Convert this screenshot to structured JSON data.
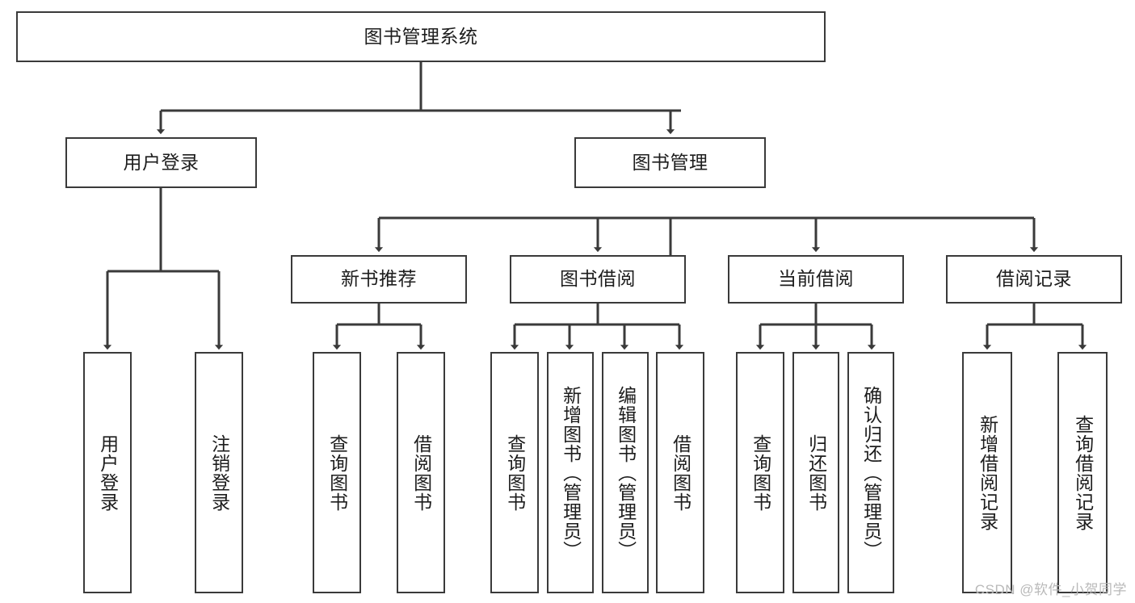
{
  "diagram": {
    "type": "tree-hierarchy",
    "title": "图书管理系统",
    "watermark": "CSDN @软件_小贺同学",
    "colors": {
      "box_border": "#3a3a3a",
      "box_fill": "#ffffff",
      "edge": "#3a3a3a",
      "text": "#1d1d1d",
      "watermark": "#b9b9b9",
      "background": "#ffffff"
    },
    "nodes": {
      "root": {
        "label": "图书管理系统",
        "level": 1,
        "orientation": "horizontal"
      },
      "user_login": {
        "label": "用户登录",
        "level": 2,
        "orientation": "horizontal"
      },
      "book_manage": {
        "label": "图书管理",
        "level": 2,
        "orientation": "horizontal"
      },
      "new_book_rec": {
        "label": "新书推荐",
        "level": 3,
        "orientation": "horizontal"
      },
      "book_borrow": {
        "label": "图书借阅",
        "level": 3,
        "orientation": "horizontal"
      },
      "current_borrow": {
        "label": "当前借阅",
        "level": 3,
        "orientation": "horizontal"
      },
      "borrow_record": {
        "label": "借阅记录",
        "level": 3,
        "orientation": "horizontal"
      },
      "leaf_user_login": {
        "label": "用户登录",
        "level": 4,
        "orientation": "vertical"
      },
      "leaf_logout": {
        "label": "注销登录",
        "level": 4,
        "orientation": "vertical"
      },
      "leaf_query_book_1": {
        "label": "查询图书",
        "level": 4,
        "orientation": "vertical"
      },
      "leaf_borrow_book_1": {
        "label": "借阅图书",
        "level": 4,
        "orientation": "vertical"
      },
      "leaf_query_book_2": {
        "label": "查询图书",
        "level": 4,
        "orientation": "vertical"
      },
      "leaf_add_book": {
        "label": "新增图书（管理员）",
        "level": 4,
        "orientation": "vertical"
      },
      "leaf_edit_book": {
        "label": "编辑图书（管理员）",
        "level": 4,
        "orientation": "vertical"
      },
      "leaf_borrow_book_2": {
        "label": "借阅图书",
        "level": 4,
        "orientation": "vertical"
      },
      "leaf_query_book_3": {
        "label": "查询图书",
        "level": 4,
        "orientation": "vertical"
      },
      "leaf_return_book": {
        "label": "归还图书",
        "level": 4,
        "orientation": "vertical"
      },
      "leaf_confirm_return": {
        "label": "确认归还（管理员）",
        "level": 4,
        "orientation": "vertical"
      },
      "leaf_add_record": {
        "label": "新增借阅记录",
        "level": 4,
        "orientation": "vertical"
      },
      "leaf_query_record": {
        "label": "查询借阅记录",
        "level": 4,
        "orientation": "vertical"
      }
    },
    "edges": [
      {
        "from": "root",
        "to": "user_login"
      },
      {
        "from": "root",
        "to": "book_manage"
      },
      {
        "from": "book_manage",
        "to": "new_book_rec"
      },
      {
        "from": "book_manage",
        "to": "book_borrow"
      },
      {
        "from": "book_manage",
        "to": "current_borrow"
      },
      {
        "from": "book_manage",
        "to": "borrow_record"
      },
      {
        "from": "user_login",
        "to": "leaf_user_login"
      },
      {
        "from": "user_login",
        "to": "leaf_logout"
      },
      {
        "from": "new_book_rec",
        "to": "leaf_query_book_1"
      },
      {
        "from": "new_book_rec",
        "to": "leaf_borrow_book_1"
      },
      {
        "from": "book_borrow",
        "to": "leaf_query_book_2"
      },
      {
        "from": "book_borrow",
        "to": "leaf_add_book"
      },
      {
        "from": "book_borrow",
        "to": "leaf_edit_book"
      },
      {
        "from": "book_borrow",
        "to": "leaf_borrow_book_2"
      },
      {
        "from": "current_borrow",
        "to": "leaf_query_book_3"
      },
      {
        "from": "current_borrow",
        "to": "leaf_return_book"
      },
      {
        "from": "current_borrow",
        "to": "leaf_confirm_return"
      },
      {
        "from": "borrow_record",
        "to": "leaf_add_record"
      },
      {
        "from": "borrow_record",
        "to": "leaf_query_record"
      }
    ]
  }
}
